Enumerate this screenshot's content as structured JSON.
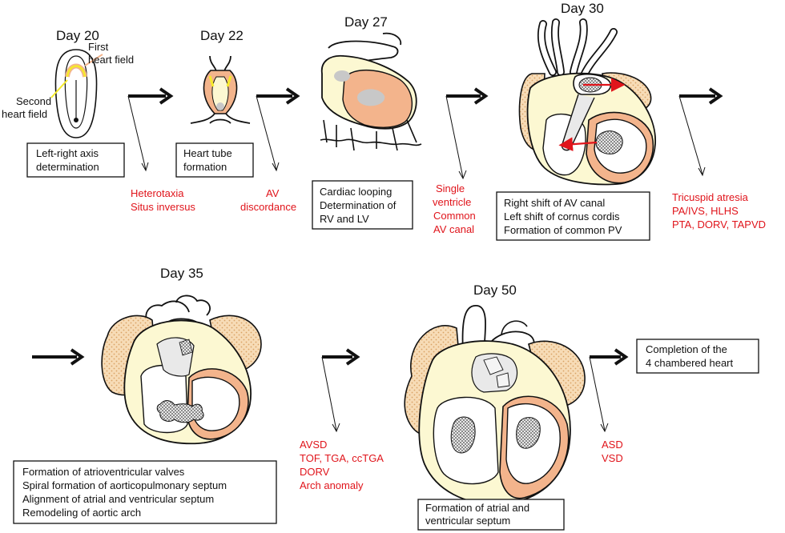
{
  "stages": [
    {
      "day": "Day 20",
      "box_lines": [
        "Left-right axis",
        "determination"
      ],
      "labels": {
        "first": [
          "First",
          "heart field"
        ],
        "second": [
          "Second",
          "heart field"
        ]
      }
    },
    {
      "day": "Day 22",
      "box_lines": [
        "Heart tube",
        "formation"
      ]
    },
    {
      "day": "Day 27",
      "box_lines": [
        "Cardiac looping",
        "Determination of",
        "RV and LV"
      ]
    },
    {
      "day": "Day 30",
      "box_lines": [
        "Right shift of AV canal",
        "Left shift of cornus cordis",
        "Formation of common PV"
      ]
    },
    {
      "day": "Day 35",
      "box_lines": [
        "Formation of atrioventricular valves",
        "Spiral formation of aorticopulmonary septum",
        "Alignment of atrial and ventricular septum",
        "Remodeling of aortic arch"
      ]
    },
    {
      "day": "Day 50",
      "box_lines": [
        "Formation of atrial and",
        "ventricular septum"
      ]
    }
  ],
  "final_box": [
    "Completion of the",
    "4 chambered heart"
  ],
  "anomalies": [
    [
      "Heterotaxia",
      "Situs inversus"
    ],
    [
      "AV",
      "discordance"
    ],
    [
      "Single",
      "ventricle",
      "Common",
      "AV canal"
    ],
    [
      "Tricuspid atresia",
      "PA/IVS, HLHS",
      "PTA, DORV, TAPVD"
    ],
    [
      "AVSD",
      "TOF, TGA, ccTGA",
      "DORV",
      "Arch anomaly"
    ],
    [
      "ASD",
      "VSD"
    ]
  ],
  "colors": {
    "atrium": "#f6d9b3",
    "ventricle_pink": "#f3b48c",
    "tissue_yellow": "#fcf8d2",
    "anomaly_red": "#e0141b",
    "heart_field_yellow": "#f5ea2a"
  }
}
